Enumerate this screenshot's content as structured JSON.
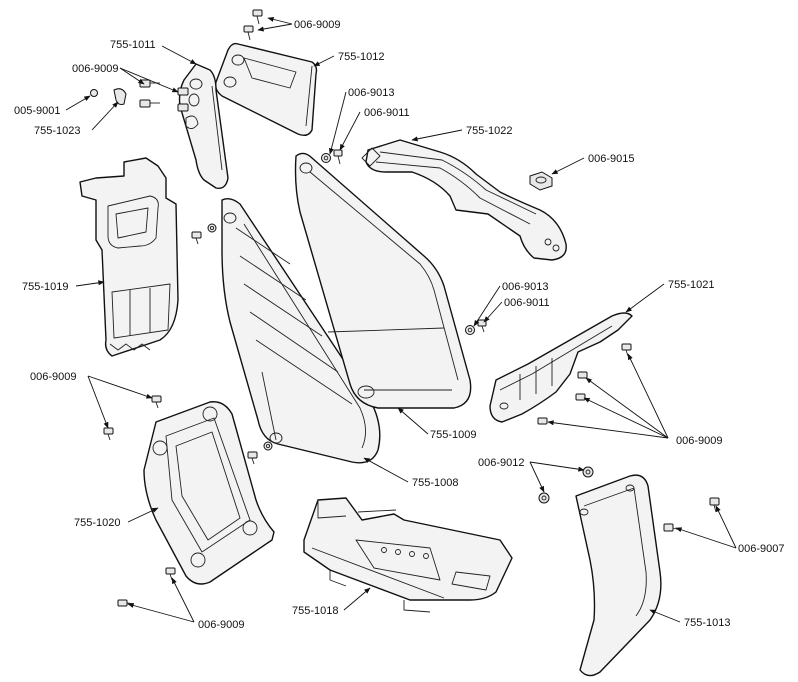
{
  "labels": {
    "l_006_9009_top": "006-9009",
    "l_755_1011": "755-1011",
    "l_755_1012": "755-1012",
    "l_006_9009_left": "006-9009",
    "l_005_9001": "005-9001",
    "l_755_1023": "755-1023",
    "l_006_9013_top": "006-9013",
    "l_006_9011_top": "006-9011",
    "l_755_1022": "755-1022",
    "l_006_9015": "006-9015",
    "l_755_1019": "755-1019",
    "l_006_9013_mid": "006-9013",
    "l_006_9011_mid": "006-9011",
    "l_755_1021": "755-1021",
    "l_006_9009_mid": "006-9009",
    "l_006_9009_right": "006-9009",
    "l_755_1009": "755-1009",
    "l_755_1008": "755-1008",
    "l_006_9012": "006-9012",
    "l_755_1020": "755-1020",
    "l_006_9007": "006-9007",
    "l_755_1018": "755-1018",
    "l_006_9009_bottom": "006-9009",
    "l_755_1013": "755-1013"
  }
}
